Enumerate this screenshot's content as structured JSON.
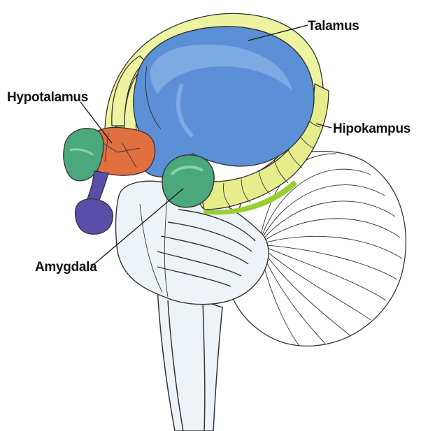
{
  "labels": {
    "talamus": "Talamus",
    "hipokampus": "Hipokampus",
    "hypotalamus": "Hypotalamus",
    "amygdala": "Amygdala"
  },
  "colors": {
    "talamus": "#5b8fd6",
    "hipokampus": "#f0f4a0",
    "hypotalamus": "#e07040",
    "amygdala": "#4aa87c",
    "pituitary": "#5a4fa8",
    "brainstem": "#eef3f8"
  }
}
